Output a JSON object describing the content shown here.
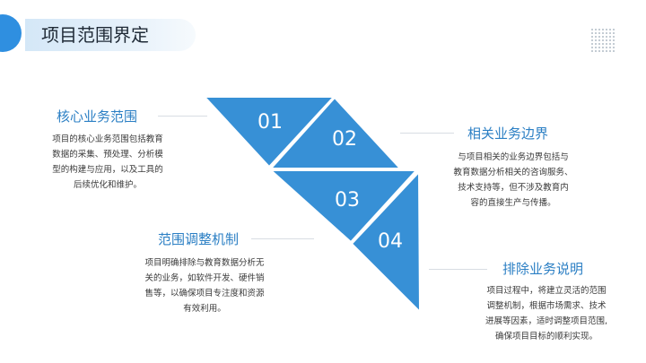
{
  "page": {
    "title": "项目范围界定",
    "accent": "#2f8fe0",
    "triangle_color": "#3790d6"
  },
  "sections": [
    {
      "number": "01",
      "heading": "核心业务范围",
      "lines": [
        "项目的核心业务范围包括教育",
        "数据的采集、预处理、分析模",
        "型的构建与应用，以及工具的",
        "后续优化和维护。"
      ]
    },
    {
      "number": "02",
      "heading": "相关业务边界",
      "lines": [
        "与项目相关的业务边界包括与",
        "教育数据分析相关的咨询服务、",
        "技术支持等，但不涉及教育内",
        "容的直接生产与传播。"
      ]
    },
    {
      "number": "03",
      "heading": "范围调整机制",
      "lines": [
        "项目明确排除与教育数据分析无",
        "关的业务，如软件开发、硬件销",
        "售等，以确保项目专注度和资源",
        "有效利用。"
      ]
    },
    {
      "number": "04",
      "heading": "排除业务说明",
      "lines": [
        "项目过程中，将建立灵活的范围",
        "调整机制，根据市场需求、技术",
        "进展等因素，适时调整项目范围,",
        "确保项目目标的顺利实现。"
      ]
    }
  ]
}
